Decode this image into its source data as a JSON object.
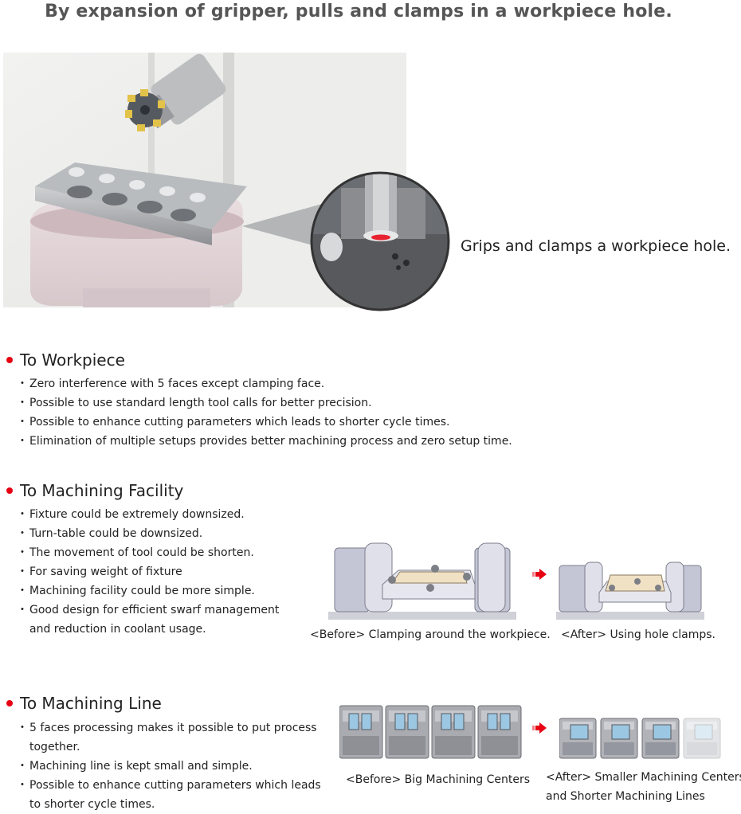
{
  "title": "By expansion of gripper, pulls and clamps in a workpiece hole.",
  "hero_caption": "Grips and clamps a workpiece hole.",
  "sections": [
    {
      "heading": "To Workpiece",
      "items": [
        "Zero interference with 5 faces except clamping face.",
        "Possible to use standard length tool calls for better precision.",
        "Possible to enhance cutting parameters which leads to shorter cycle times.",
        "Elimination of multiple setups provides better machining process and zero setup time."
      ]
    },
    {
      "heading": "To Machining Facility",
      "items": [
        "Fixture could be extremely downsized.",
        "Turn-table could be downsized.",
        "The movement of tool could be shorten.",
        "For saving weight of fixture",
        "Machining facility could be more simple.",
        "Good design for efficient swarf management and reduction in coolant usage."
      ],
      "before_caption": "<Before> Clamping around the workpiece.",
      "after_caption": "<After> Using hole clamps."
    },
    {
      "heading": "To Machining Line",
      "items": [
        "5 faces processing makes it possible to put process together.",
        "Machining line is kept small and simple.",
        "Possible to enhance cutting parameters which leads to shorter cycle times."
      ],
      "before_caption": "<Before> Big Machining Centers",
      "after_caption_line1": "<After> Smaller Machining Centers",
      "after_caption_line2": "and Shorter Machining Lines"
    }
  ],
  "colors": {
    "accent": "#e60012",
    "title": "#555555"
  }
}
